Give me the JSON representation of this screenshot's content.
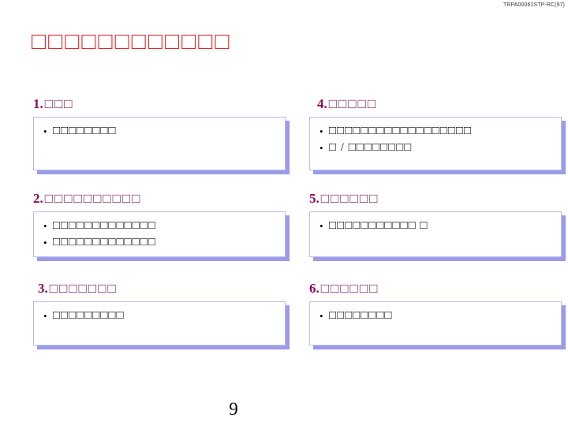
{
  "header": {
    "doc_code": "TRPA00061STP-RC(97)"
  },
  "title": "□□□□□□□□□□□□",
  "page_number": "9",
  "colors": {
    "title": "#e02b2b",
    "heading_number": "#8e0a5e",
    "heading_glyphs": "#7a1a5a",
    "box_border": "#b9b9ee",
    "box_shadow": "#9b9be8",
    "body_text": "#000000",
    "background": "#ffffff"
  },
  "columns": {
    "left": [
      {
        "number": "1.",
        "heading_glyphs": "□□□",
        "bullets": [
          "□□□□□□□□"
        ]
      },
      {
        "number": "2.",
        "heading_glyphs": "□□□□□□□□□□",
        "bullets": [
          "□□□□□□□□□□□□□",
          "□□□□□□□□□□□□□"
        ]
      },
      {
        "number": "3.",
        "heading_glyphs": "□□□□□□□",
        "bullets": [
          "□□□□□□□□□"
        ]
      }
    ],
    "right": [
      {
        "number": "4.",
        "heading_glyphs": "□□□□□",
        "bullets": [
          "□□□□□□□□□□□□□□□□□□",
          "□ / □□□□□□□□"
        ]
      },
      {
        "number": "5.",
        "heading_glyphs": "□□□□□□",
        "bullets": [
          "□□□□□□□□□□□ □"
        ]
      },
      {
        "number": "6.",
        "heading_glyphs": "□□□□□□",
        "bullets": [
          "□□□□□□□□"
        ]
      }
    ]
  }
}
